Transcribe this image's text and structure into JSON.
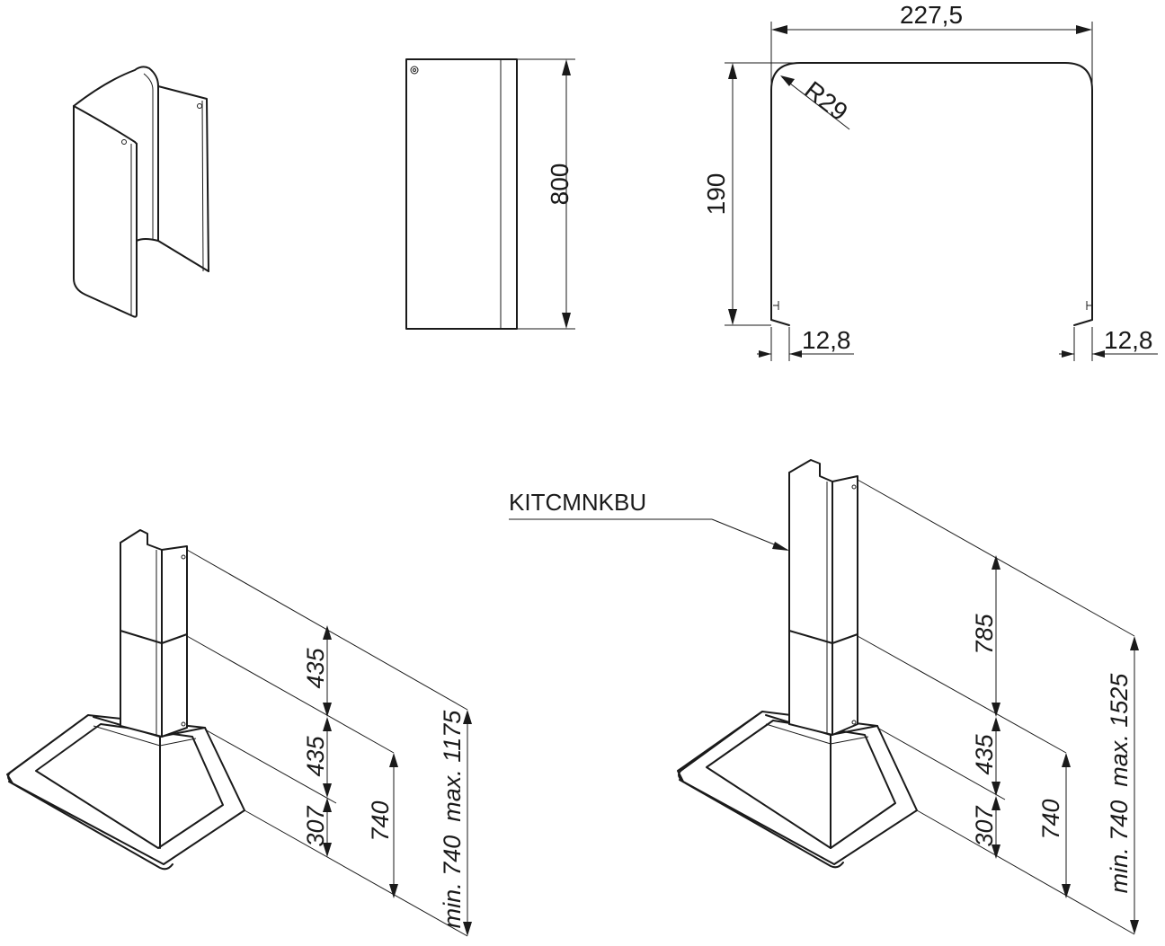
{
  "views": {
    "side": {
      "height_label": "800"
    },
    "top": {
      "width_label": "227,5",
      "height_label": "190",
      "radius_label": "R29",
      "left_flange_label": "12,8",
      "right_flange_label": "12,8"
    }
  },
  "installations": {
    "standard": {
      "upper_label": "435",
      "middle_label": "435",
      "lower_label": "307",
      "min_label": "740",
      "range_label": "min. 740  max. 1175"
    },
    "with_kit": {
      "kit_name": "KITCMNKBU",
      "upper_label": "785",
      "middle_label": "435",
      "lower_label": "307",
      "min_label": "740",
      "range_label": "min. 740  max. 1525"
    }
  }
}
